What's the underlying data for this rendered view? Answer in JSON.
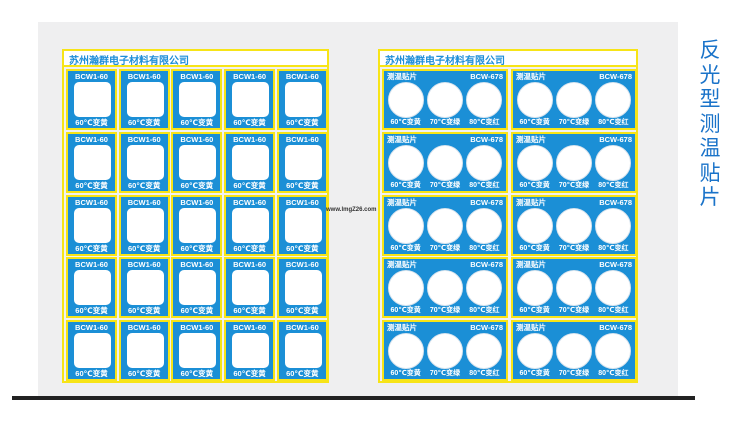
{
  "company": "苏州瀚群电子材料有限公司",
  "side_title": [
    "反",
    "光",
    "型",
    "测",
    "温",
    "贴",
    "片"
  ],
  "watermark": "www.lmgZ26.com",
  "left_sheet": {
    "model": "BCW1-60",
    "temp_label": "60℃变黄",
    "rows": 5,
    "cols": 5
  },
  "right_sheet": {
    "name": "测温贴片",
    "model": "BCW-678",
    "temps": [
      "60℃变黄",
      "70℃变绿",
      "80℃变红"
    ],
    "rows": 5,
    "cols": 2
  },
  "colors": {
    "tile_blue": "#1b8fd6",
    "border_yellow": "#f7e417",
    "title_blue": "#1a73c9"
  }
}
